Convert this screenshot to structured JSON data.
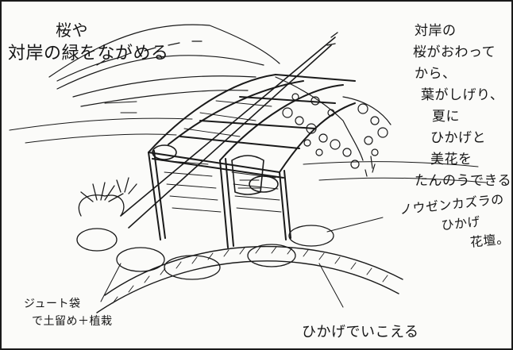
{
  "notes": {
    "top": [
      "桜や",
      "対岸の緑をながめる"
    ],
    "right": [
      "対岸の",
      "桜がおわって",
      "から、",
      "葉がしげり、",
      "夏に",
      "ひかげと",
      "美花を",
      "たんのうできる"
    ],
    "shade": [
      "ノウゼンカズラの",
      "ひかげ",
      "花壇。"
    ],
    "jute": [
      "ジュート袋",
      "で土留め＋植栽"
    ],
    "bottom": [
      "ひかげでいこえる"
    ]
  },
  "colors": {
    "ink": "#161616",
    "paper": "#fbfbf9",
    "frame": "#1a1a1a"
  }
}
